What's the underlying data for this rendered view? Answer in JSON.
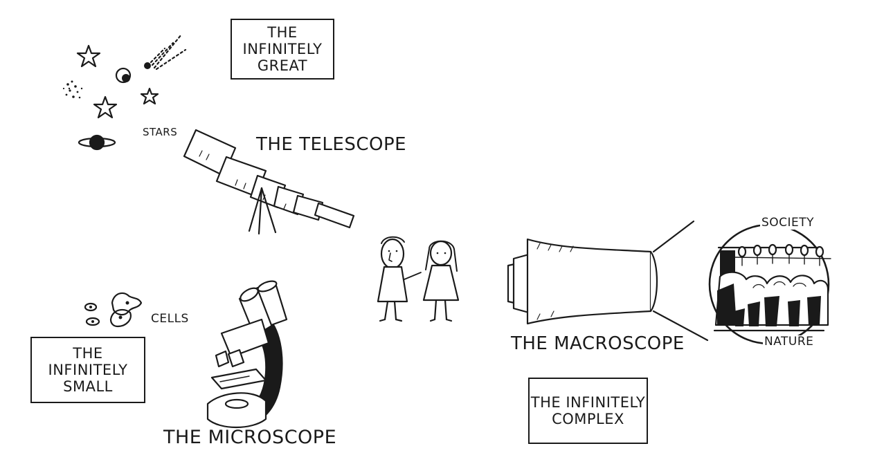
{
  "boxes": {
    "great": [
      "THE INFINITELY",
      "GREAT"
    ],
    "small": [
      "THE INFINITELY",
      "SMALL"
    ],
    "complex": [
      "THE INFINITELY",
      "COMPLEX"
    ]
  },
  "instruments": {
    "telescope": "THE TELESCOPE",
    "microscope": "THE MICROSCOPE",
    "macroscope": "THE MACROSCOPE"
  },
  "objects": {
    "stars": "STARS",
    "cells": "CELLS",
    "society": "SOCIETY",
    "nature": "NATURE"
  },
  "colors": {
    "ink": "#1a1a1a",
    "paper": "#ffffff"
  }
}
